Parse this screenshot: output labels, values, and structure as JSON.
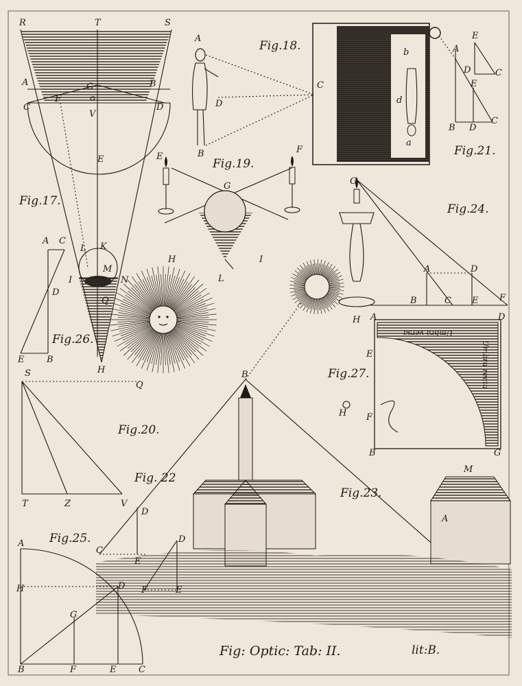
{
  "figures": {
    "fig17": "Fig.17.",
    "fig18": "Fig.18.",
    "fig19": "Fig.19.",
    "fig20": "Fig.20.",
    "fig21": "Fig.21.",
    "fig22": "Fig. 22",
    "fig23": "Fig.23.",
    "fig24": "Fig.24.",
    "fig25": "Fig.25.",
    "fig26": "Fig.26.",
    "fig27": "Fig.27."
  },
  "caption": {
    "title": "Fig: Optic: Tab: II.",
    "lit": "lit:B."
  },
  "quadrant_text": {
    "umbra_versa": "Umbra versa",
    "umbra_recta": "Umbra recta"
  },
  "letters": {
    "f17": [
      "R",
      "T",
      "S",
      "A",
      "G",
      "B",
      "C",
      "F",
      "o",
      "D",
      "V",
      "E",
      "L",
      "K",
      "I",
      "M",
      "N",
      "Q",
      "H"
    ],
    "f18": [
      "A",
      "D",
      "B",
      "C",
      "b",
      "d",
      "a"
    ],
    "f19": [
      "E",
      "F",
      "G",
      "H",
      "I",
      "L"
    ],
    "f20": [
      "S",
      "Q",
      "T",
      "Z",
      "V"
    ],
    "f21": [
      "E",
      "A",
      "C",
      "D",
      "E",
      "B",
      "D",
      "C"
    ],
    "f22": [
      "D",
      "E",
      "D",
      "F",
      "E",
      "C"
    ],
    "f23": [
      "B",
      "M",
      "A"
    ],
    "f24": [
      "G",
      "A",
      "D",
      "B",
      "C",
      "E",
      "F",
      "H"
    ],
    "f25": [
      "A",
      "H",
      "D",
      "G",
      "B",
      "F",
      "E",
      "C"
    ],
    "f26": [
      "A",
      "C",
      "D",
      "E",
      "B"
    ],
    "f27": [
      "A",
      "D",
      "E",
      "H",
      "F",
      "B",
      "G"
    ]
  }
}
